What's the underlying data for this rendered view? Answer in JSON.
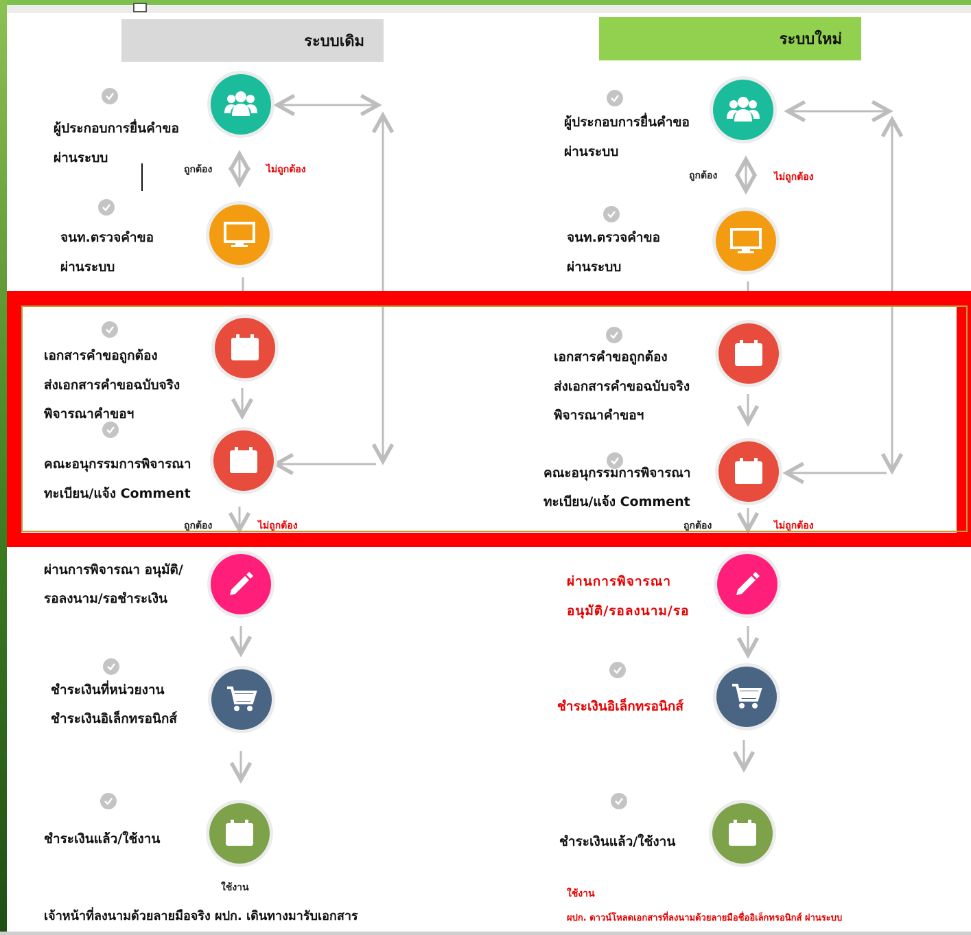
{
  "colors": {
    "teal": "#1abc9c",
    "orange": "#f39c12",
    "red": "#e74c3c",
    "pink": "#ff1f7a",
    "slate": "#4a6584",
    "olive": "#7ea24a",
    "highlight": "#ff0000",
    "header_old": "#d9d9d9",
    "header_new": "#92d050"
  },
  "old_system": {
    "header": "ระบบเดิม",
    "steps": [
      {
        "icon": "users-icon",
        "color": "teal",
        "lines": [
          "ผู้ประกอบการยื่นคำขอ",
          "ผ่านระบบ"
        ]
      },
      {
        "icon": "monitor-icon",
        "color": "orange",
        "lines": [
          "จนท.ตรวจคำขอ",
          "ผ่านระบบ"
        ]
      },
      {
        "icon": "calendar-icon",
        "color": "red",
        "lines": [
          "เอกสารคำขอถูกต้อง",
          "ส่งเอกสารคำขอฉบับจริง",
          "พิจารณาคำขอฯ"
        ]
      },
      {
        "icon": "calendar-icon",
        "color": "red",
        "lines": [
          "คณะอนุกรรมการพิจารณา",
          "ทะเบียน/แจ้ง Comment"
        ]
      },
      {
        "icon": "pencil-icon",
        "color": "pink",
        "lines": [
          "ผ่านการพิจารณา อนุมัติ/",
          "รอลงนาม/รอชำระเงิน"
        ]
      },
      {
        "icon": "cart-icon",
        "color": "slate",
        "lines": [
          "ชำระเงินที่หน่วยงาน",
          "ชำระเงินอิเล็กทรอนิกส์"
        ]
      },
      {
        "icon": "calendar-icon",
        "color": "olive",
        "lines": [
          "ชำระเงินแล้ว/ใช้งาน"
        ]
      }
    ],
    "correct": "ถูกต้อง",
    "incorrect": "ไม่ถูกต้อง",
    "correct2": "ถูกต้อง",
    "incorrect2": "ไม่ถูกต้อง",
    "in_use": "ใช้งาน",
    "footnote": "เจ้าหน้าที่ลงนามด้วยลายมือจริง ผปก. เดินทางมารับเอกสาร"
  },
  "new_system": {
    "header": "ระบบใหม่",
    "steps": [
      {
        "icon": "users-icon",
        "color": "teal",
        "lines": [
          "ผู้ประกอบการยื่นคำขอ",
          "ผ่านระบบ"
        ]
      },
      {
        "icon": "monitor-icon",
        "color": "orange",
        "lines": [
          "จนท.ตรวจคำขอ",
          "ผ่านระบบ"
        ]
      },
      {
        "icon": "calendar-icon",
        "color": "red",
        "lines": [
          "เอกสารคำขอถูกต้อง",
          "ส่งเอกสารคำขอฉบับจริง",
          "พิจารณาคำขอฯ"
        ]
      },
      {
        "icon": "calendar-icon",
        "color": "red",
        "lines": [
          "คณะอนุกรรมการพิจารณา",
          "ทะเบียน/แจ้ง Comment"
        ]
      },
      {
        "icon": "pencil-icon",
        "color": "pink",
        "lines": [
          "ผ่านการพิจารณา",
          "อนุมัติ/รอลงนาม/รอ"
        ]
      },
      {
        "icon": "cart-icon",
        "color": "slate",
        "lines": [
          "ชำระเงินอิเล็กทรอนิกส์"
        ]
      },
      {
        "icon": "calendar-icon",
        "color": "olive",
        "lines": [
          "ชำระเงินแล้ว/ใช้งาน"
        ]
      }
    ],
    "correct": "ถูกต้อง",
    "incorrect": "ไม่ถูกต้อง",
    "correct2": "ถูกต้อง",
    "incorrect2": "ไม่ถูกต้อง",
    "in_use": "ใช้งาน",
    "footnote": "ผปก. ดาวน์โหลดเอกสารที่ลงนามด้วยลายมือชื่ออิเล็กทรอนิกส์ ผ่านระบบ"
  }
}
